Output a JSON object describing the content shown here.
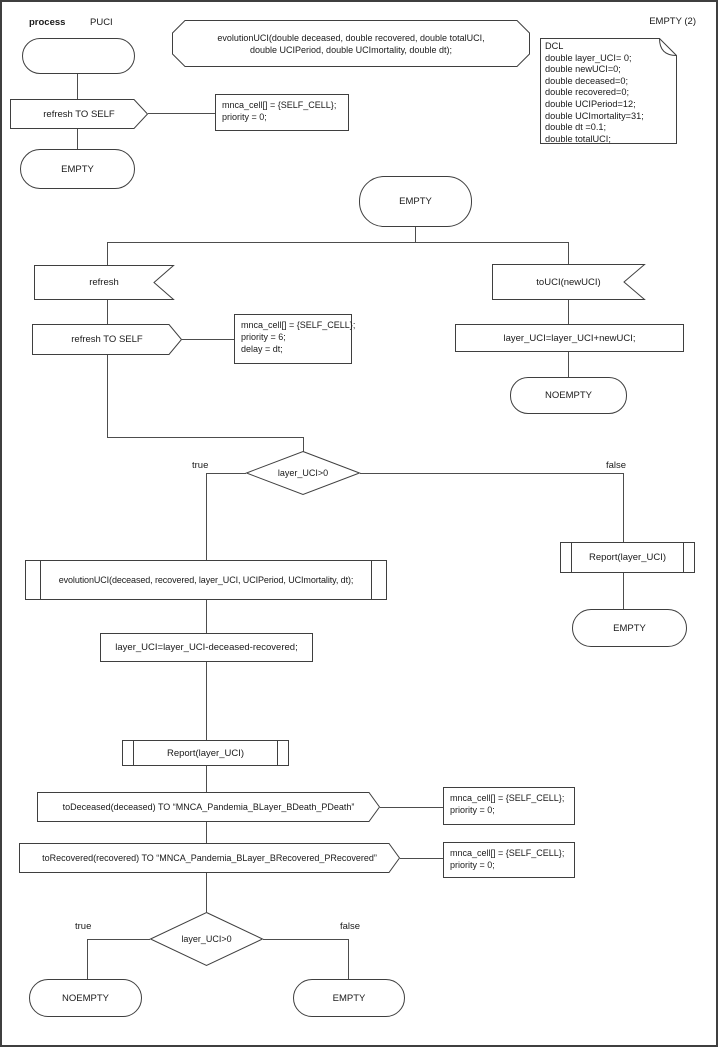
{
  "colors": {
    "stroke": "#3f3f3f",
    "connector": "#4d4d4d",
    "background": "#ffffff",
    "text": "#1a1a1a"
  },
  "header": {
    "process_keyword": "process",
    "process_name": "PUCI",
    "page_label": "EMPTY (2)"
  },
  "declaration": {
    "lines": [
      "evolutionUCI(double deceased, double recovered, double totalUCI,",
      "double UCIPeriod, double UCImortality, double dt);"
    ]
  },
  "dcl": {
    "lines": [
      "DCL",
      "double layer_UCI= 0;",
      "double newUCI=0;",
      "double deceased=0;",
      "double recovered=0;",
      "double UCIPeriod=12;",
      "double UCImortality=31;",
      "double dt =0.1;",
      "double totalUCI;"
    ]
  },
  "states": {
    "start": "",
    "empty_top": "EMPTY",
    "empty_mid": "EMPTY",
    "noempty_right": "NOEMPTY",
    "empty_right": "EMPTY",
    "noempty_bottom": "NOEMPTY",
    "empty_bottom": "EMPTY"
  },
  "inputs": {
    "refresh": "refresh",
    "to_uci": "toUCI(newUCI)"
  },
  "outputs": {
    "refresh_to_self_top": "refresh TO SELF",
    "refresh_to_self_mid": "refresh TO SELF",
    "to_deceased": "toDeceased(deceased) TO “MNCA_Pandemia_BLayer_BDeath_PDeath”",
    "to_recovered": "toRecovered(recovered) TO “MNCA_Pandemia_BLayer_BRecovered_PRecovered”"
  },
  "tasks": {
    "add_newuci": "layer_UCI=layer_UCI+newUCI;",
    "subtract": "layer_UCI=layer_UCI-deceased-recovered;"
  },
  "calls": {
    "evolution": "evolutionUCI(deceased, recovered, layer_UCI, UCIPeriod, UCImortality, dt);",
    "report_left": "Report(layer_UCI)",
    "report_right": "Report(layer_UCI)"
  },
  "decisions": {
    "d1": {
      "condition": "layer_UCI>0",
      "true_label": "true",
      "false_label": "false"
    },
    "d2": {
      "condition": "layer_UCI>0",
      "true_label": "true",
      "false_label": "false"
    }
  },
  "comments": {
    "c_top": {
      "lines": [
        "mnca_cell[] = {SELF_CELL};",
        "priority = 0;"
      ]
    },
    "c_mid": {
      "lines": [
        "mnca_cell[] = {SELF_CELL};",
        "priority = 6;",
        "delay = dt;"
      ]
    },
    "c_deceased": {
      "lines": [
        "mnca_cell[] = {SELF_CELL};",
        "priority = 0;"
      ]
    },
    "c_recovered": {
      "lines": [
        "mnca_cell[] = {SELF_CELL};",
        "priority = 0;"
      ]
    }
  }
}
